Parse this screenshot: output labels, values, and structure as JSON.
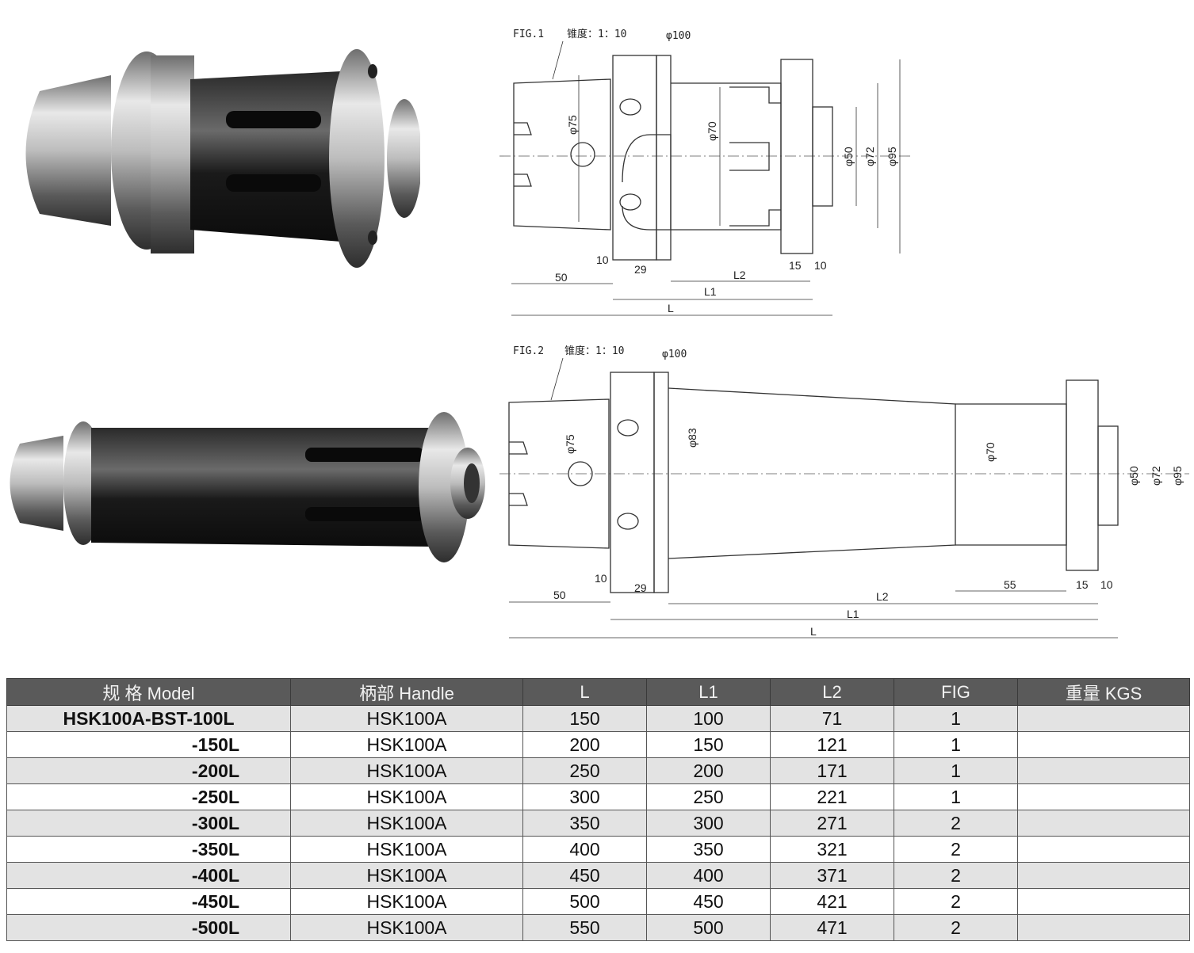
{
  "fig1": {
    "label": "FIG.1",
    "taper": "锥度：1：10",
    "dims": {
      "d100": "φ100",
      "d75": "φ75",
      "d70": "φ70",
      "d50": "φ50",
      "d72": "φ72",
      "d95": "φ95",
      "n10a": "10",
      "n29": "29",
      "n50": "50",
      "l2": "L2",
      "n15": "15",
      "n10b": "10",
      "l1": "L1",
      "l": "L"
    }
  },
  "fig2": {
    "label": "FIG.2",
    "taper": "锥度：1：10",
    "dims": {
      "d100": "φ100",
      "d75": "φ75",
      "d83": "φ83",
      "d70": "φ70",
      "d50": "φ50",
      "d72": "φ72",
      "d95": "φ95",
      "n10a": "10",
      "n29": "29",
      "n50": "50",
      "n55": "55",
      "n15": "15",
      "n10b": "10",
      "l2": "L2",
      "l1": "L1",
      "l": "L"
    }
  },
  "table": {
    "headers": [
      "规 格 Model",
      "柄部 Handle",
      "L",
      "L1",
      "L2",
      "FIG",
      "重量 KGS"
    ],
    "rows": [
      [
        "HSK100A-BST-100L",
        "HSK100A",
        "150",
        "100",
        "71",
        "1",
        ""
      ],
      [
        "-150L",
        "HSK100A",
        "200",
        "150",
        "121",
        "1",
        ""
      ],
      [
        "-200L",
        "HSK100A",
        "250",
        "200",
        "171",
        "1",
        ""
      ],
      [
        "-250L",
        "HSK100A",
        "300",
        "250",
        "221",
        "1",
        ""
      ],
      [
        "-300L",
        "HSK100A",
        "350",
        "300",
        "271",
        "2",
        ""
      ],
      [
        "-350L",
        "HSK100A",
        "400",
        "350",
        "321",
        "2",
        ""
      ],
      [
        "-400L",
        "HSK100A",
        "450",
        "400",
        "371",
        "2",
        ""
      ],
      [
        "-450L",
        "HSK100A",
        "500",
        "450",
        "421",
        "2",
        ""
      ],
      [
        "-500L",
        "HSK100A",
        "550",
        "500",
        "471",
        "2",
        ""
      ]
    ]
  }
}
